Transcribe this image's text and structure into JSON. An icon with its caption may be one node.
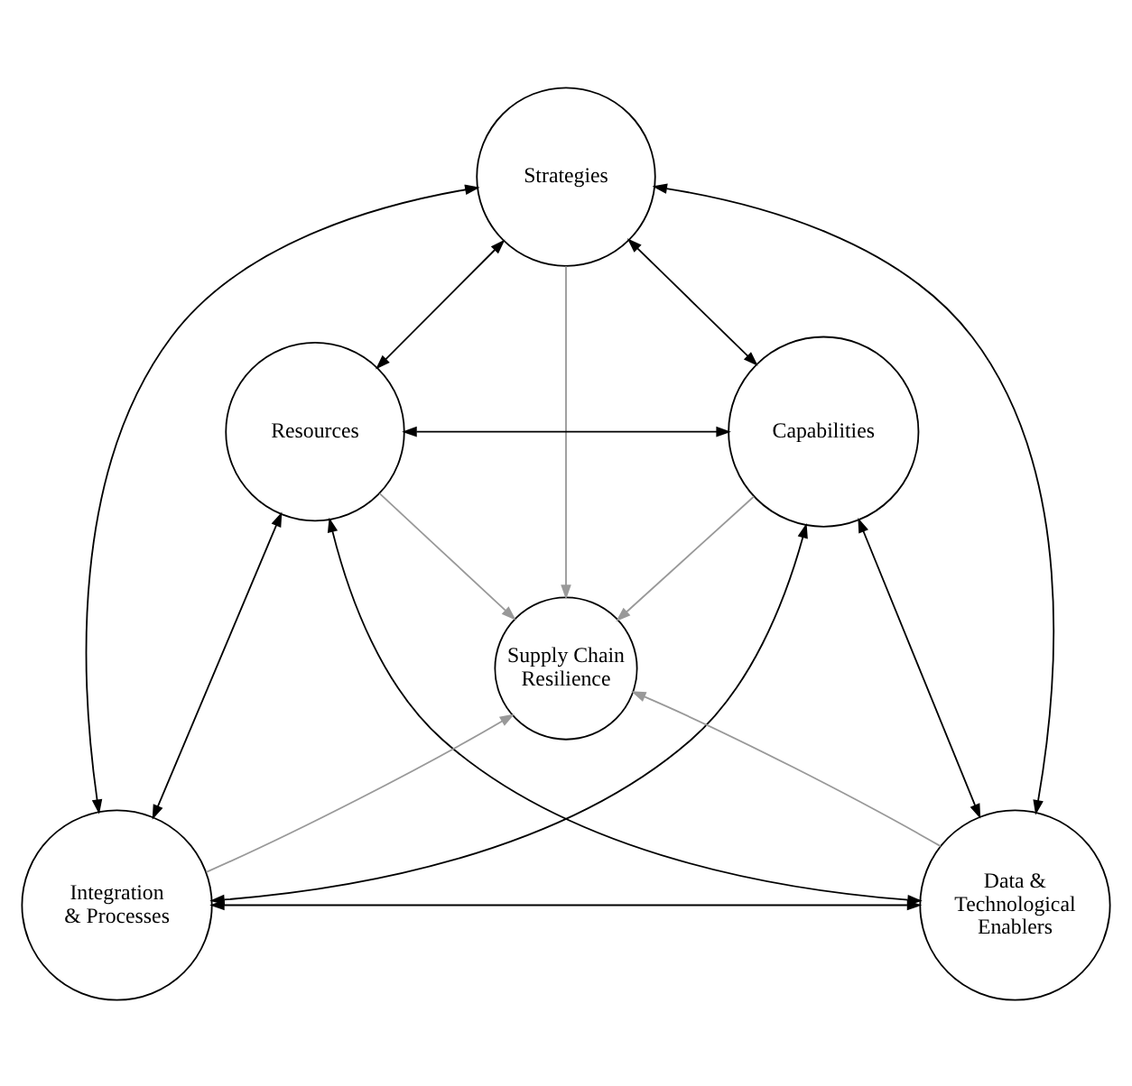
{
  "diagram": {
    "nodes": [
      {
        "text": [
          "Strategies"
        ]
      },
      {
        "text": [
          "Capabilities"
        ]
      },
      {
        "text": [
          "Resources"
        ]
      },
      {
        "text": [
          "Supply Chain Resilience"
        ]
      },
      {
        "text": [
          "Integration & Processes"
        ]
      },
      {
        "text": [
          "Data & Technological Enablers"
        ]
      }
    ],
    "edges": [
      {
        "from": 0,
        "to": 1,
        "arrow": "both"
      },
      {
        "from": 0,
        "to": 2,
        "arrow": "both"
      },
      {
        "from": 1,
        "to": 2,
        "arrow": "both"
      },
      {
        "from": 0,
        "to": 4,
        "arrow": "both"
      },
      {
        "from": 0,
        "to": 5,
        "arrow": "both"
      },
      {
        "from": 1,
        "to": 4,
        "arrow": "both"
      },
      {
        "from": 1,
        "to": 5,
        "arrow": "both"
      },
      {
        "from": 2,
        "to": 4,
        "arrow": "both"
      },
      {
        "from": 2,
        "to": 5,
        "arrow": "both"
      },
      {
        "from": 4,
        "to": 5,
        "arrow": "both"
      },
      {
        "from": 0,
        "to": 3,
        "arrow": "to",
        "color": "#999999"
      },
      {
        "from": 1,
        "to": 3,
        "arrow": "to",
        "color": "#999999"
      },
      {
        "from": 2,
        "to": 3,
        "arrow": "to",
        "color": "#999999"
      },
      {
        "from": 4,
        "to": 3,
        "arrow": "to",
        "color": "#999999"
      },
      {
        "from": 5,
        "to": 3,
        "arrow": "to",
        "color": "#999999"
      }
    ]
  }
}
